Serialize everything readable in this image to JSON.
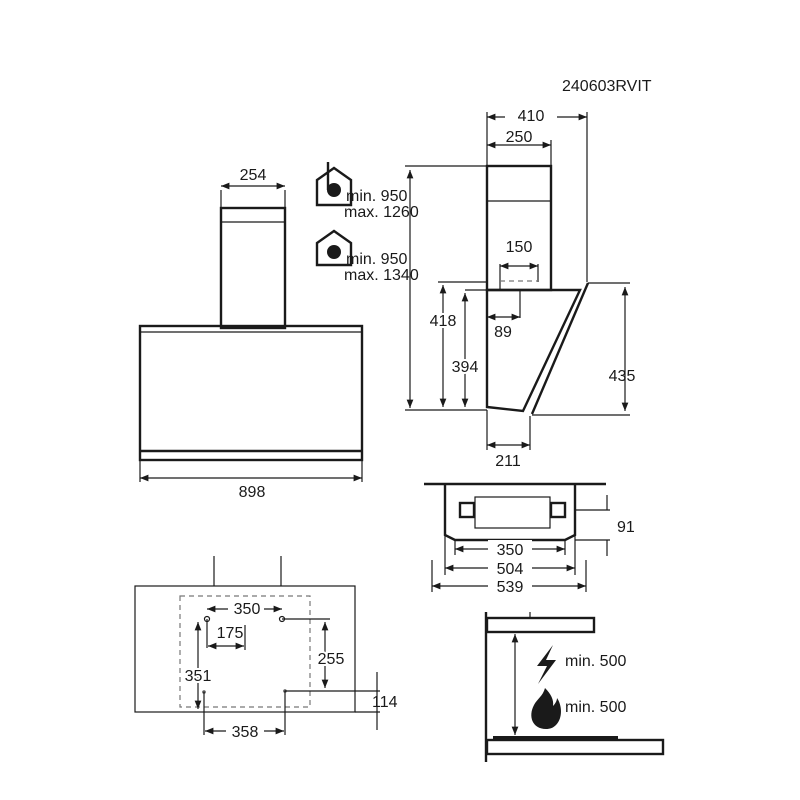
{
  "code": "240603RVIT",
  "front_view": {
    "chimney_width": "254",
    "hood_width": "898"
  },
  "venting": {
    "extraction": {
      "icon": "house-fan-extraction-icon",
      "min": "min. 950",
      "max": "max. 1260"
    },
    "recirculation": {
      "icon": "house-fan-recirculation-icon",
      "min": "min. 950",
      "max": "max. 1340"
    }
  },
  "side_view": {
    "total_depth": "410",
    "chimney_depth": "250",
    "outlet_width": "150",
    "outlet_offset": "89",
    "height_418": "418",
    "height_394": "394",
    "glass_height": "435",
    "bottom_depth": "211"
  },
  "top_view": {
    "height_91": "91",
    "w350": "350",
    "w504": "504",
    "w539": "539"
  },
  "mounting": {
    "w350": "350",
    "w175": "175",
    "h351": "351",
    "h255": "255",
    "h114": "114",
    "w358": "358"
  },
  "clearance": {
    "electric": {
      "icon": "lightning-icon",
      "label": "min. 500"
    },
    "gas": {
      "icon": "flame-icon",
      "label": "min. 500"
    }
  },
  "colors": {
    "line": "#1a1a1a"
  }
}
